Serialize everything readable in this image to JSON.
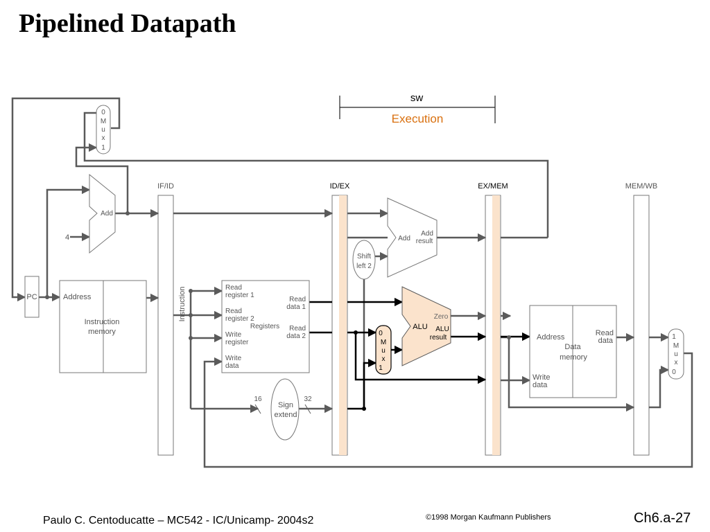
{
  "slide": {
    "title": "Pipelined Datapath",
    "footer_left": "Paulo C. Centoducatte – MC542 - IC/Unicamp- 2004s2",
    "footer_copyright": "©1998 Morgan Kaufmann Publishers",
    "footer_page": "Ch6.a-27"
  },
  "colors": {
    "wire": "#5a5a5a",
    "highlight_wire": "#000000",
    "highlight_fill": "#fbe3cc",
    "accent_text": "#d9700f",
    "box_stroke": "#777777"
  },
  "diagram": {
    "instruction": "sw",
    "stage": "Execution",
    "pipeline_registers": [
      "IF/ID",
      "ID/EX",
      "EX/MEM",
      "MEM/WB"
    ],
    "pc": "PC",
    "constant_four": "4",
    "mux_labels": {
      "pc_mux": [
        "0",
        "M",
        "u",
        "x",
        "1"
      ],
      "alu_src_mux": [
        "0",
        "M",
        "u",
        "x",
        "1"
      ],
      "wb_mux": [
        "1",
        "M",
        "u",
        "x",
        "0"
      ]
    },
    "if_add": "Add",
    "ex_add": "Add",
    "ex_add_result": [
      "Add",
      "result"
    ],
    "shift": [
      "Shift",
      "left 2"
    ],
    "instruction_memory": {
      "address": "Address",
      "name": [
        "Instruction",
        "memory"
      ]
    },
    "instruction_label": "Instruction",
    "registers": {
      "read_register_1": [
        "Read",
        "register 1"
      ],
      "read_register_2": [
        "Read",
        "register 2"
      ],
      "write_register": [
        "Write",
        "register"
      ],
      "write_data": [
        "Write",
        "data"
      ],
      "read_data_1": [
        "Read",
        "data 1"
      ],
      "read_data_2": [
        "Read",
        "data 2"
      ],
      "name": "Registers"
    },
    "sign_extend": {
      "name": [
        "Sign",
        "extend"
      ],
      "in_bits": "16",
      "out_bits": "32"
    },
    "alu": {
      "name": "ALU",
      "zero": "Zero",
      "result": [
        "ALU",
        "result"
      ]
    },
    "data_memory": {
      "address": "Address",
      "read_data": [
        "Read",
        "data"
      ],
      "write_data": [
        "Write",
        "data"
      ],
      "name": [
        "Data",
        "memory"
      ]
    }
  }
}
